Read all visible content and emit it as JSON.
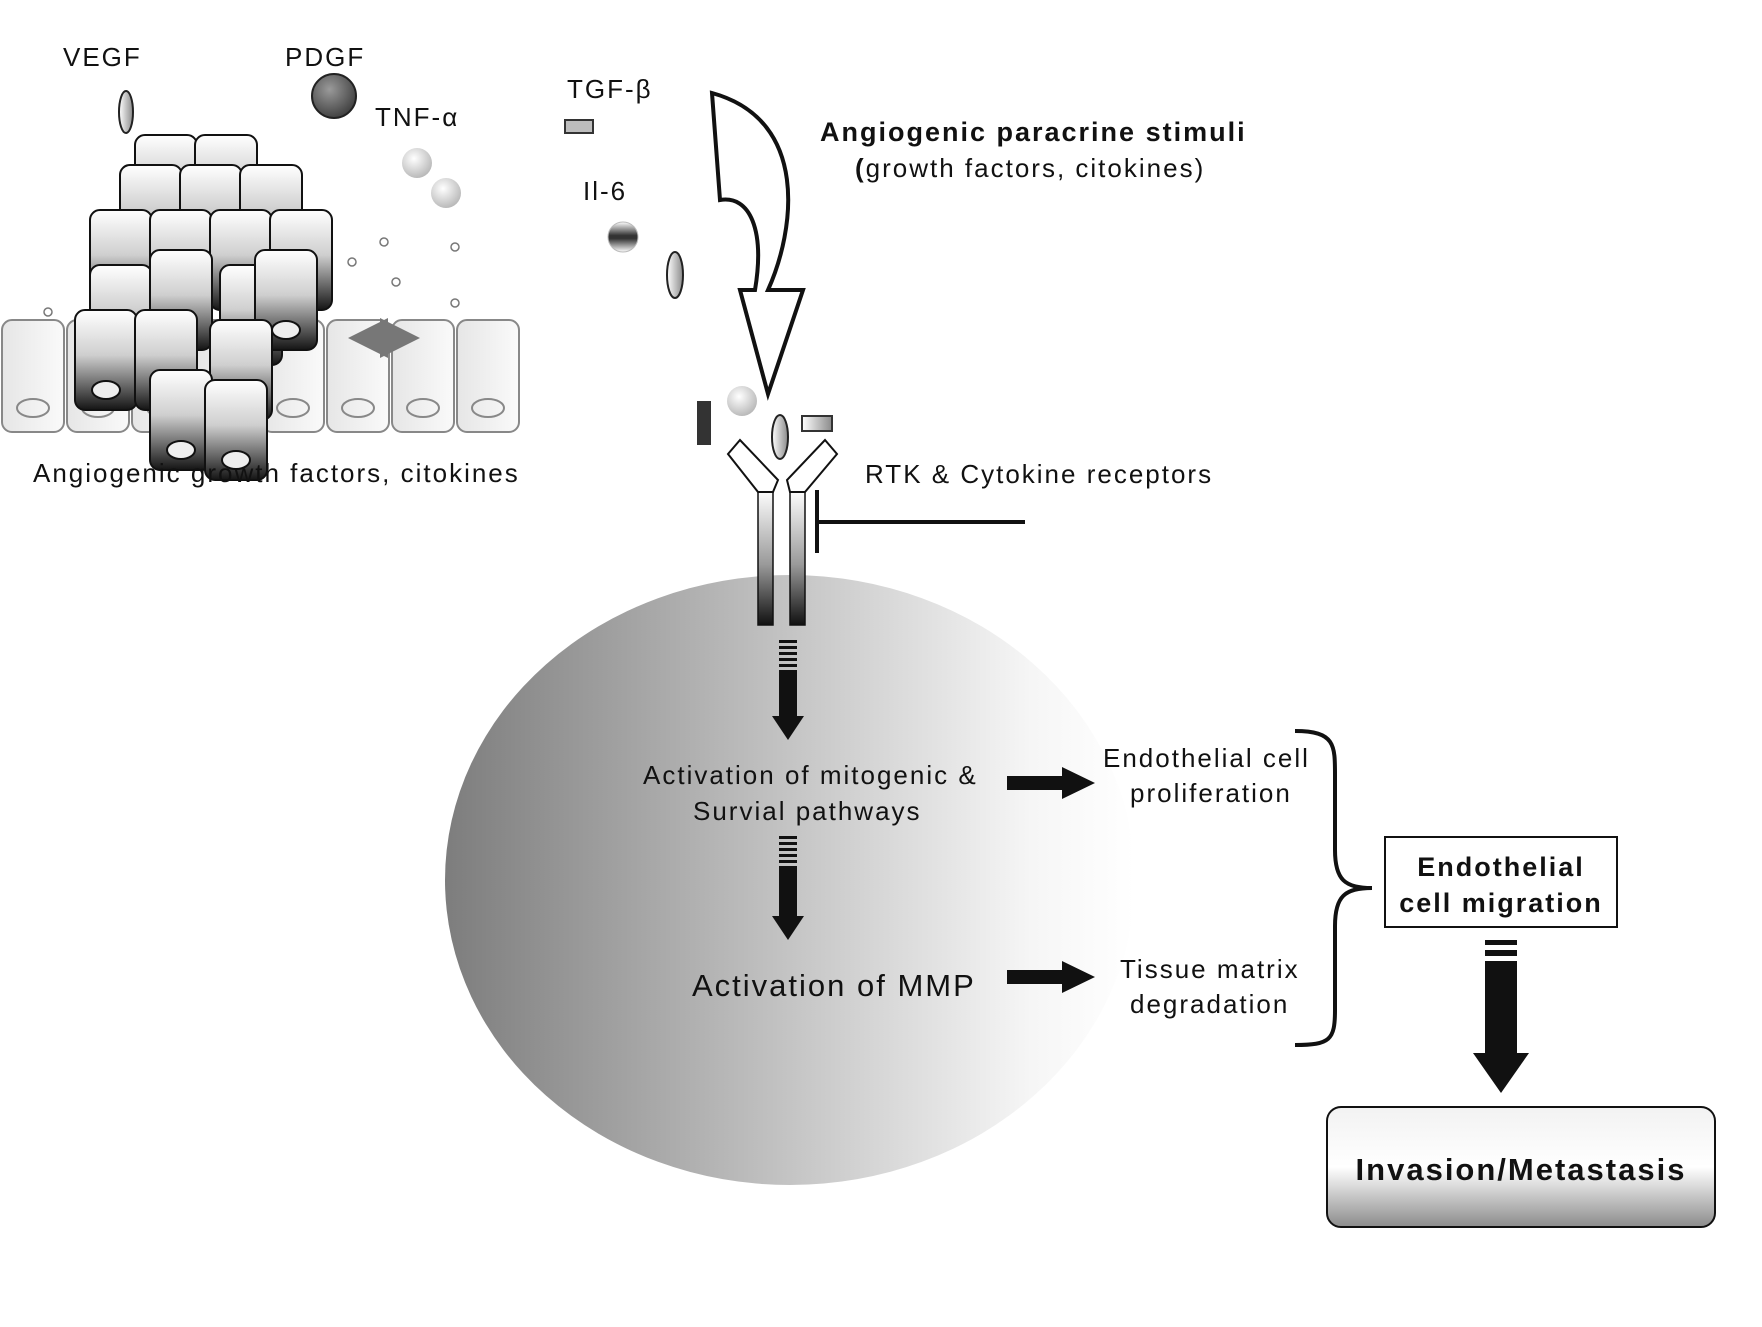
{
  "colors": {
    "ink": "#111111",
    "cell_gradient_dark": "#7a7a7a",
    "cell_gradient_light": "#ffffff",
    "box_gradient_dark": "#8c8c8c"
  },
  "legend_factors": {
    "vegf": "VEGF",
    "pdgf": "PDGF",
    "tnf": "TNF-α",
    "tgf": "TGF-β",
    "il6": "Il-6"
  },
  "tumor_caption": "Angiogenic growth factors, citokines",
  "stimuli": {
    "title": "Angiogenic paracrine stimuli",
    "subtitle_paren": "(",
    "subtitle": "growth factors, citokines)"
  },
  "receptor_label": "RTK &  Cytokine receptors",
  "cell": {
    "pathway_line1": "Activation of mitogenic &",
    "pathway_line2": "Survial pathways",
    "mmp": "Activation of MMP"
  },
  "outcomes": {
    "proliferation_line1": "Endothelial cell",
    "proliferation_line2": "proliferation",
    "degradation_line1": "Tissue matrix",
    "degradation_line2": "degradation"
  },
  "migration_box": {
    "line1": "Endothelial",
    "line2": "cell migration"
  },
  "final_box": "Invasion/Metastasis"
}
